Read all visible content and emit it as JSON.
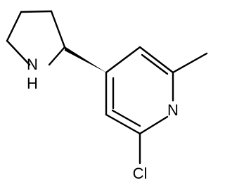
{
  "atoms": {
    "pyrrolidine_nh": "N",
    "pyrrolidine_h": "H",
    "pyridine_n": "N",
    "chlorine": "Cl"
  },
  "colors": {
    "bond": "#000000",
    "text": "#000000",
    "background": "#ffffff"
  }
}
